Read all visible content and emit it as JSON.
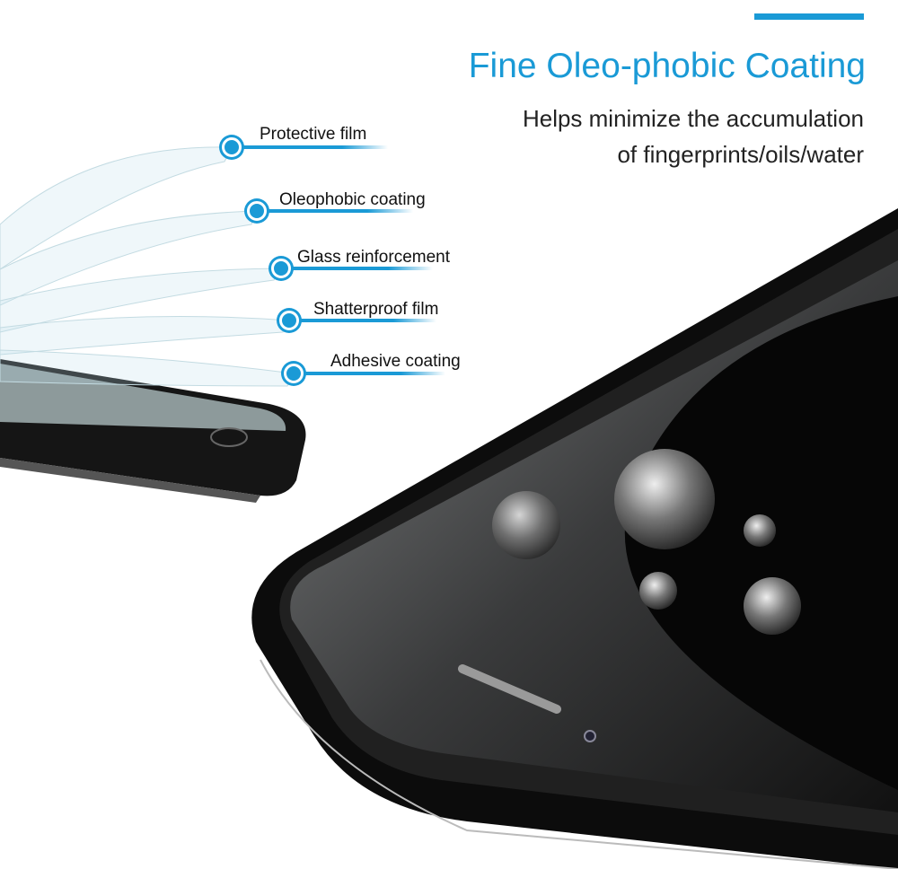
{
  "header": {
    "title": "Fine Oleo-phobic Coating",
    "subtitle_line1": "Helps minimize the accumulation",
    "subtitle_line2": "of fingerprints/oils/water"
  },
  "layers": [
    {
      "label": "Protective film"
    },
    {
      "label": "Oleophobic coating"
    },
    {
      "label": "Glass reinforcement"
    },
    {
      "label": "Shatterproof film"
    },
    {
      "label": "Adhesive coating"
    }
  ],
  "colors": {
    "accent": "#1a9ad6",
    "text": "#222222"
  }
}
